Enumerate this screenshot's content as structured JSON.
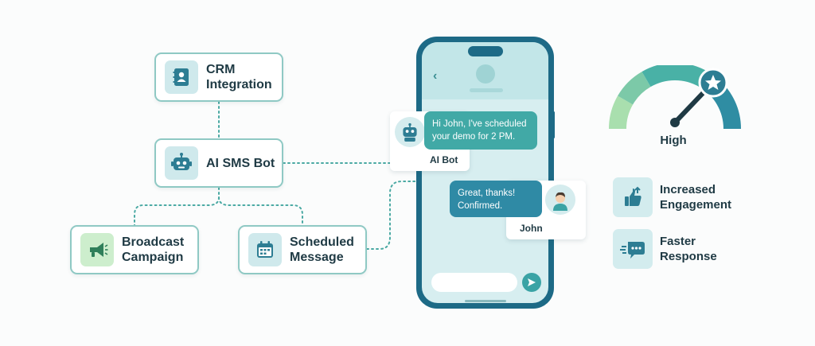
{
  "nodes": {
    "crm": {
      "label": "CRM\nIntegration",
      "icon": "address-book-icon"
    },
    "bot": {
      "label": "AI SMS Bot",
      "icon": "robot-icon"
    },
    "broadcast": {
      "label": "Broadcast\nCampaign",
      "icon": "megaphone-icon"
    },
    "scheduled": {
      "label": "Scheduled\nMessage",
      "icon": "calendar-icon"
    }
  },
  "chat": {
    "bot_message": "Hi John, I've scheduled\nyour demo for 2 PM.",
    "bot_name": "AI Bot",
    "user_message": "Great, thanks!\nConfirmed.",
    "user_name": "John"
  },
  "gauge": {
    "label": "High",
    "level": "high",
    "segment_colors": [
      "#a9dfae",
      "#7cc9a8",
      "#49b1a6",
      "#2f8da3"
    ],
    "needle_color": "#1f3a44",
    "marker_icon": "star-icon"
  },
  "benefits": [
    {
      "label": "Increased\nEngagement",
      "icon": "thumbs-up-icon"
    },
    {
      "label": "Faster\nResponse",
      "icon": "chat-bubble-icon"
    }
  ],
  "colors": {
    "accent": "#41a9a6",
    "border": "#8fc9c4",
    "phone_frame": "#1d6a86",
    "connector": "#4aa9a3"
  }
}
